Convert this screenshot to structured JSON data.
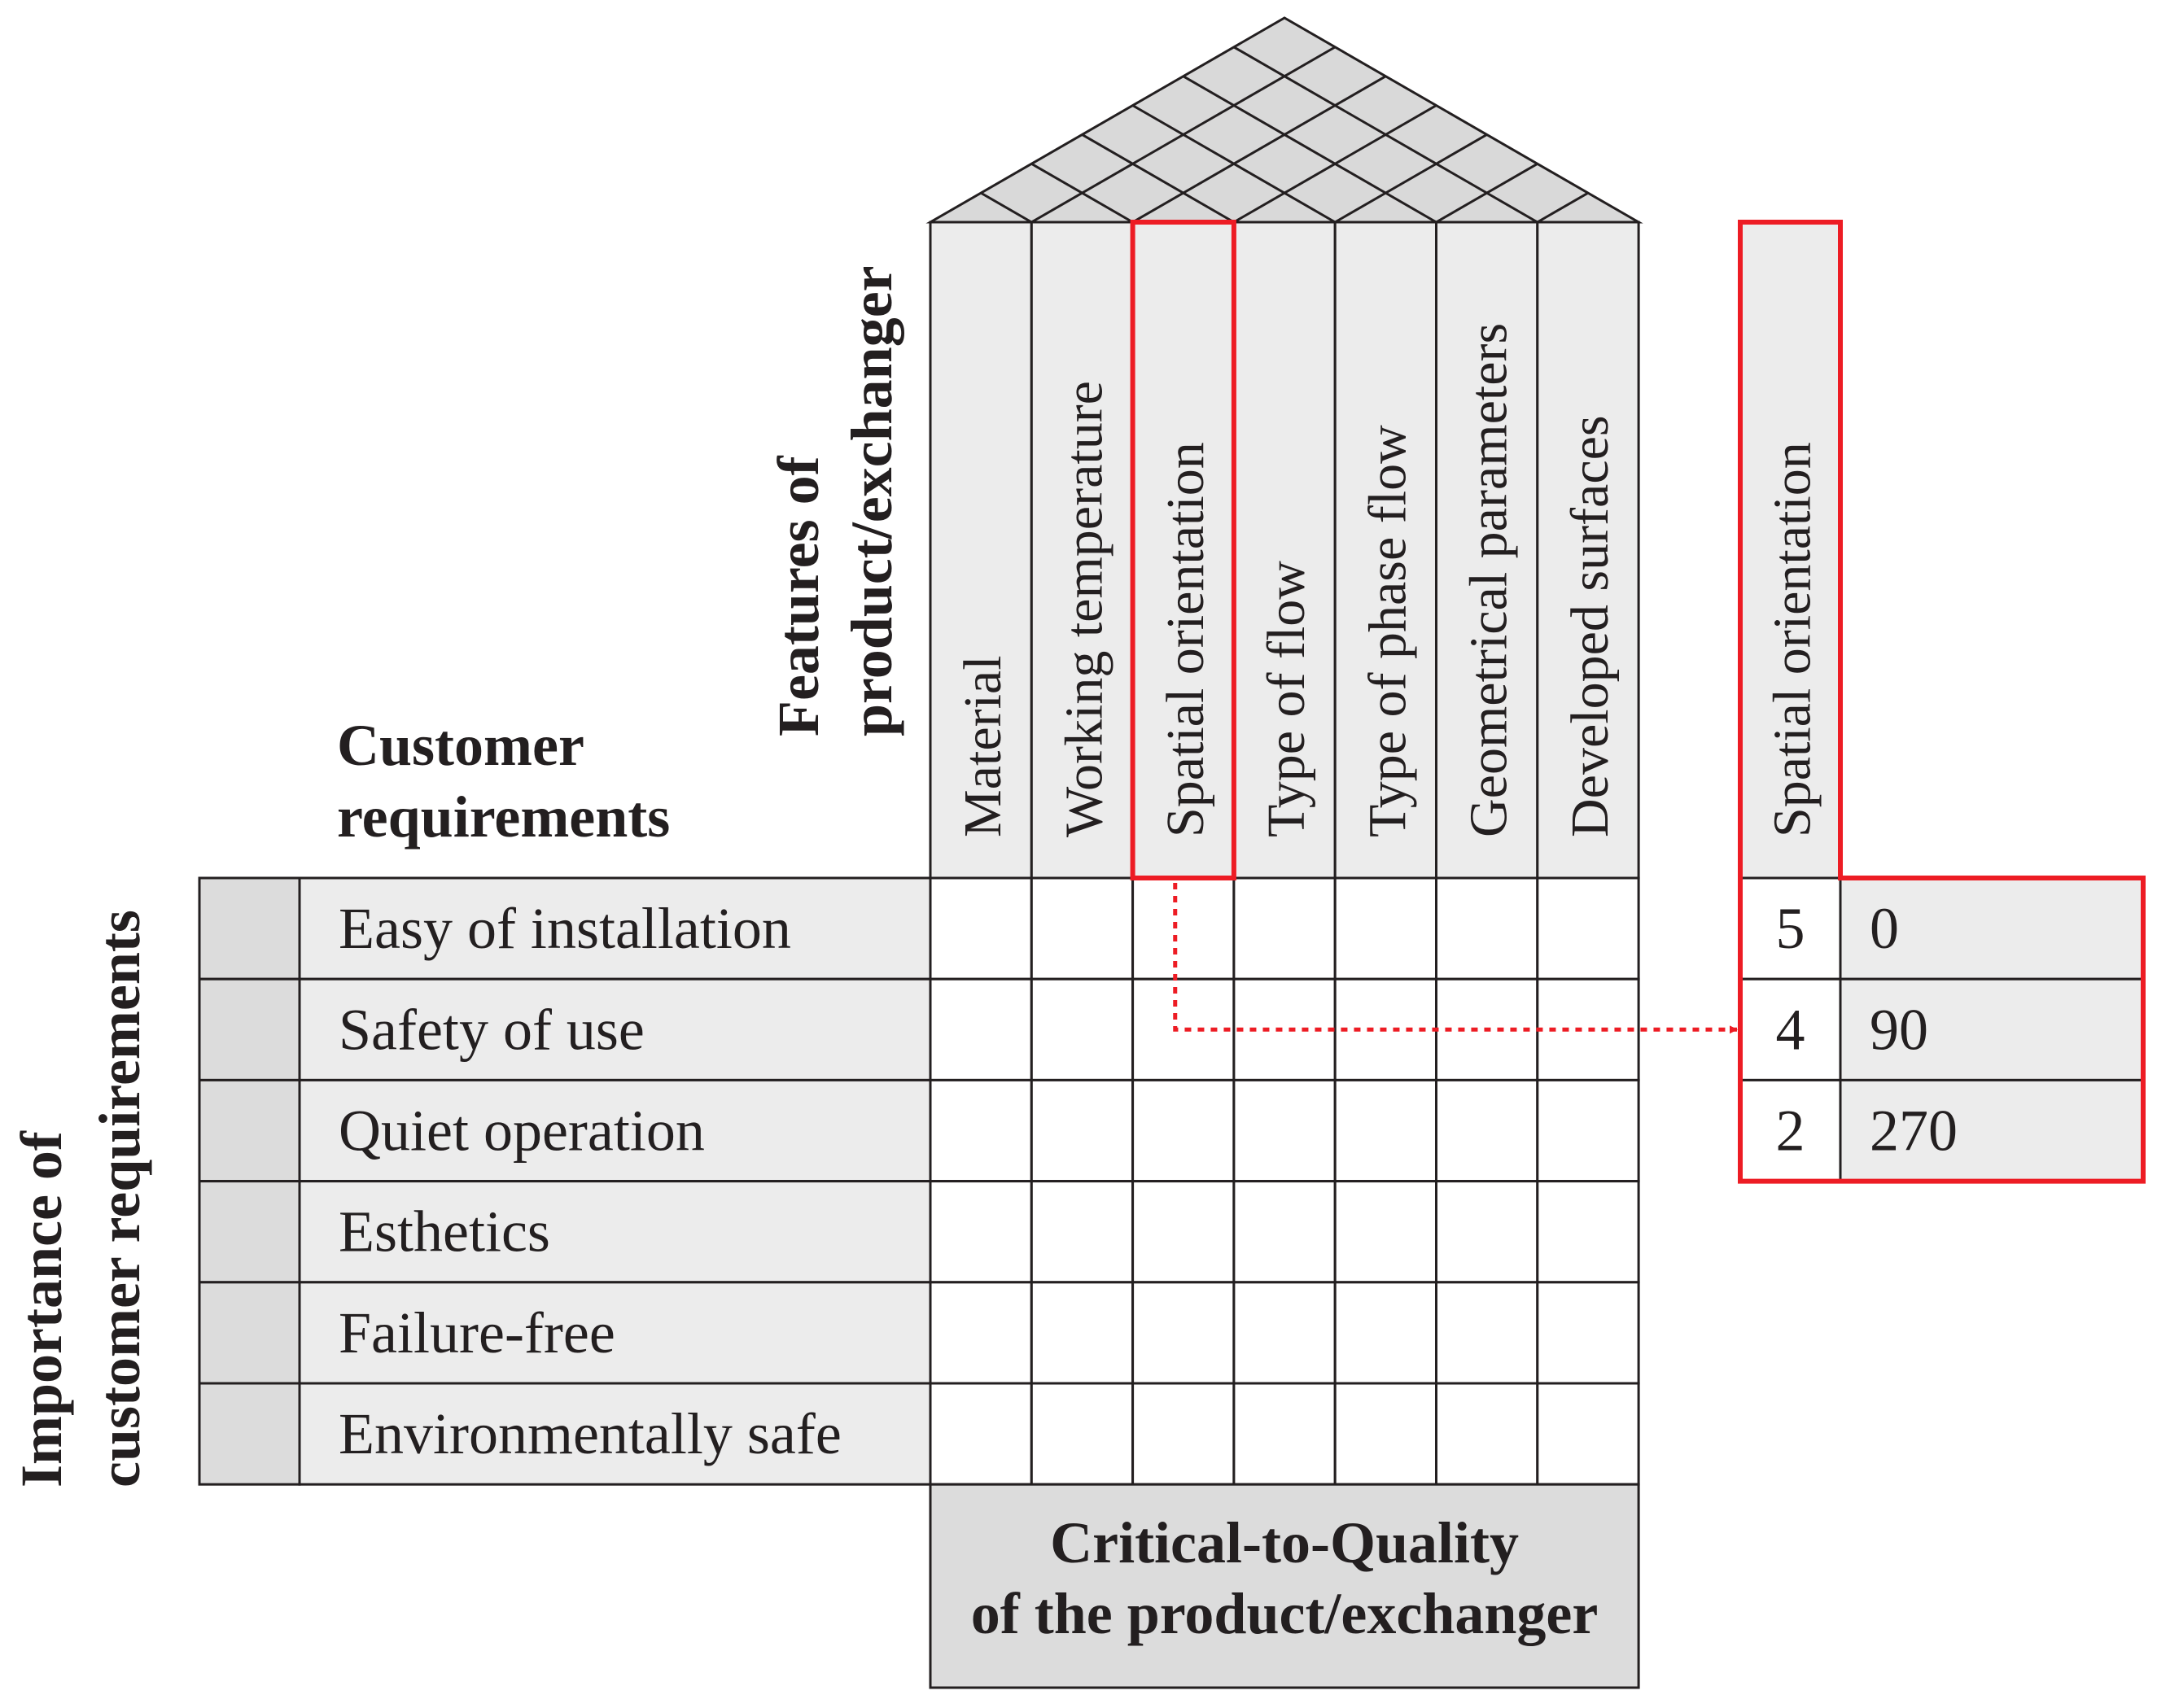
{
  "features_heading": [
    "Features of",
    "product/exchanger"
  ],
  "customer_heading": [
    "Customer",
    "requirements"
  ],
  "importance_heading": [
    "Importance of",
    "customer requirements"
  ],
  "features": [
    "Material",
    "Working temperature",
    "Spatial orientation",
    "Type of flow",
    "Type of phase flow",
    "Geometrical parameters",
    "Developed surfaces"
  ],
  "requirements": [
    "Easy of installation",
    "Safety of use",
    "Quiet operation",
    "Esthetics",
    "Failure-free",
    "Environmentally safe"
  ],
  "ctq": [
    "Critical-to-Quality",
    "of the product/exchanger"
  ],
  "detail": {
    "header": "Spatial orientation",
    "rows": [
      {
        "score": "5",
        "value": "0"
      },
      {
        "score": "4",
        "value": "90"
      },
      {
        "score": "2",
        "value": "270"
      }
    ]
  },
  "colors": {
    "highlight": "#ed1c24",
    "header_fill": "#ececec",
    "importance_fill": "#dcdcdc",
    "ctq_fill": "#dcdcdc",
    "roof_fill": "#d9d9d9",
    "line": "#231f20"
  }
}
